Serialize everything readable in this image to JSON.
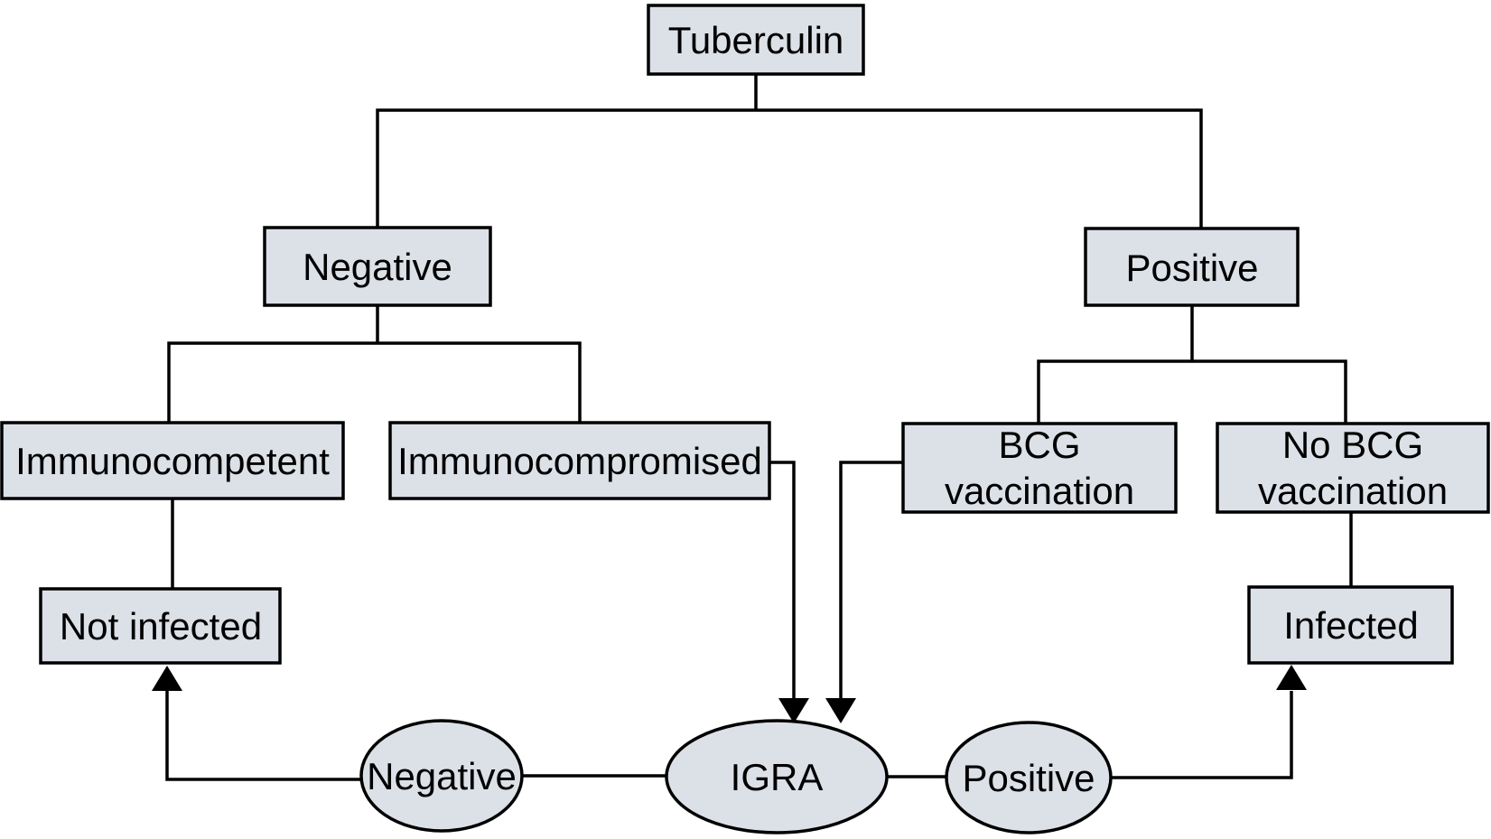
{
  "diagram": {
    "type": "flowchart",
    "background": "#ffffff",
    "node_fill": "#dce0e7",
    "node_border": "#000000",
    "line_color": "#000000",
    "text_color": "#000000",
    "nodes": {
      "tuberculin": {
        "label": "Tuberculin"
      },
      "tst_negative": {
        "label": "Negative"
      },
      "tst_positive": {
        "label": "Positive"
      },
      "immunocompetent": {
        "label": "Immunocompetent"
      },
      "immunocompromised": {
        "label": "Immunocompromised"
      },
      "bcg_vaccination": {
        "line1": "BCG",
        "line2": "vaccination"
      },
      "no_bcg_vaccination": {
        "line1": "No BCG",
        "line2": "vaccination"
      },
      "not_infected": {
        "label": "Not infected"
      },
      "infected": {
        "label": "Infected"
      },
      "igra_negative": {
        "label": "Negative"
      },
      "igra": {
        "label": "IGRA"
      },
      "igra_positive": {
        "label": "Positive"
      }
    },
    "edges": [
      {
        "from": "tuberculin",
        "to": "tst_negative",
        "arrow": false
      },
      {
        "from": "tuberculin",
        "to": "tst_positive",
        "arrow": false
      },
      {
        "from": "tst_negative",
        "to": "immunocompetent",
        "arrow": false
      },
      {
        "from": "tst_negative",
        "to": "immunocompromised",
        "arrow": false
      },
      {
        "from": "tst_positive",
        "to": "bcg_vaccination",
        "arrow": false
      },
      {
        "from": "tst_positive",
        "to": "no_bcg_vaccination",
        "arrow": false
      },
      {
        "from": "immunocompetent",
        "to": "not_infected",
        "arrow": false
      },
      {
        "from": "no_bcg_vaccination",
        "to": "infected",
        "arrow": false
      },
      {
        "from": "immunocompromised",
        "to": "igra",
        "arrow": true
      },
      {
        "from": "bcg_vaccination",
        "to": "igra",
        "arrow": true
      },
      {
        "from": "igra",
        "to": "igra_negative",
        "arrow": false
      },
      {
        "from": "igra",
        "to": "igra_positive",
        "arrow": false
      },
      {
        "from": "igra_negative",
        "to": "not_infected",
        "arrow": true
      },
      {
        "from": "igra_positive",
        "to": "infected",
        "arrow": true
      }
    ]
  }
}
